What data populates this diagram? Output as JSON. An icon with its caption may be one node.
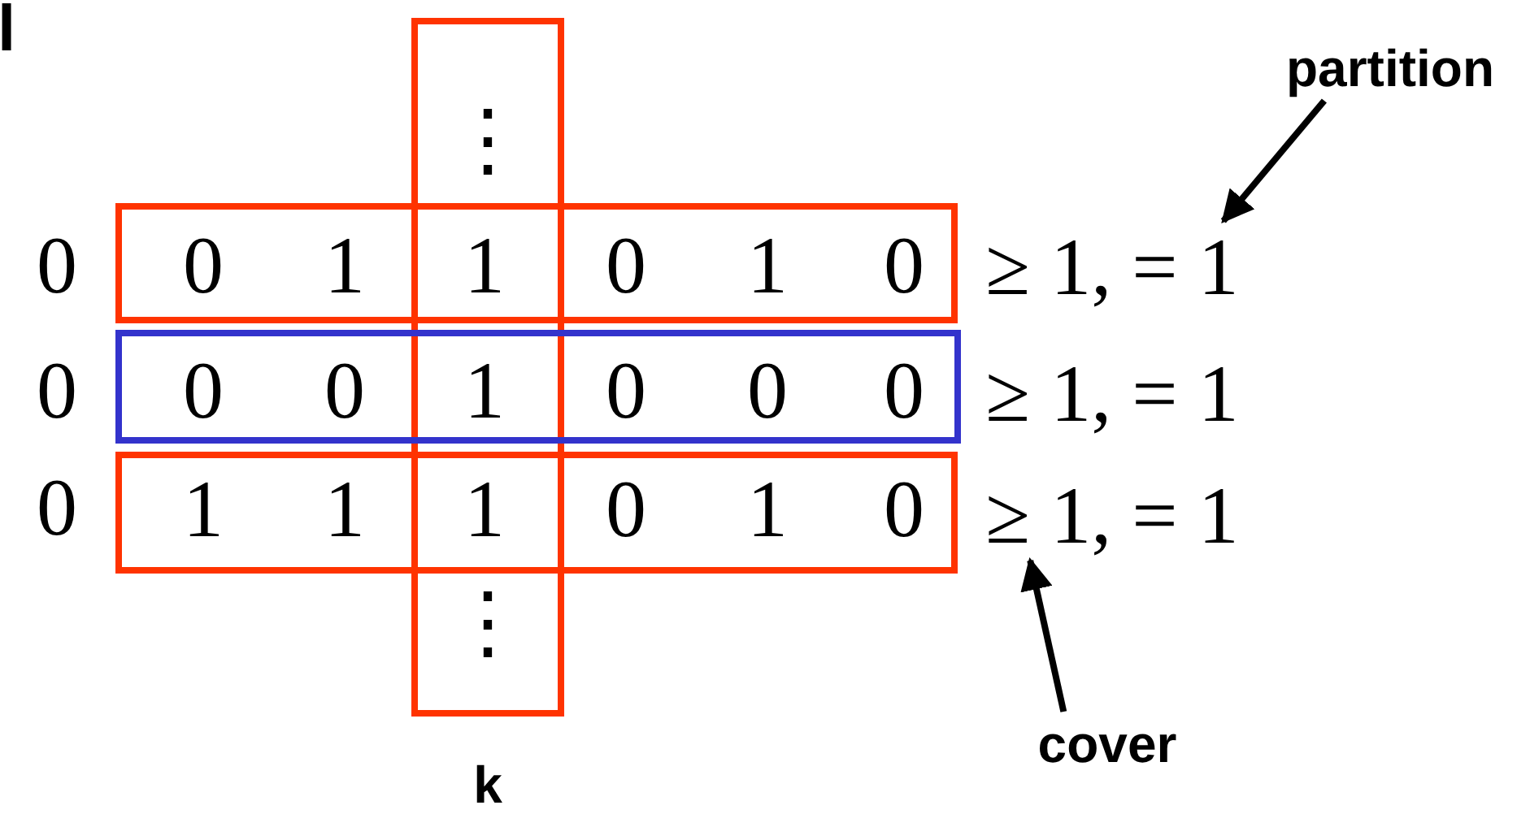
{
  "diagram": {
    "nodes": [
      {
        "text": [
          "⋮",
          "⋮"
        ],
        "beside": [
          "k"
        ]
      },
      {
        "text": [
          "0",
          "1",
          "1",
          "0",
          "1",
          "0"
        ]
      },
      {
        "text": [
          "0",
          "0",
          "1",
          "0",
          "0",
          "0"
        ]
      },
      {
        "text": [
          "1",
          "1",
          "1",
          "0",
          "1",
          "0"
        ]
      },
      {
        "text": [
          "partition"
        ]
      },
      {
        "text": [
          "cover"
        ]
      },
      {
        "text": [
          "≥ 1, = 1"
        ]
      },
      {
        "text": [
          "≥ 1, = 1"
        ]
      },
      {
        "text": [
          "≥ 1, = 1"
        ]
      }
    ],
    "edges": [
      {
        "from": 4,
        "to": 6,
        "arrow": "to"
      },
      {
        "from": 5,
        "to": 8,
        "arrow": "to"
      }
    ],
    "labels": [
      "l",
      "0",
      "0",
      "0"
    ]
  }
}
